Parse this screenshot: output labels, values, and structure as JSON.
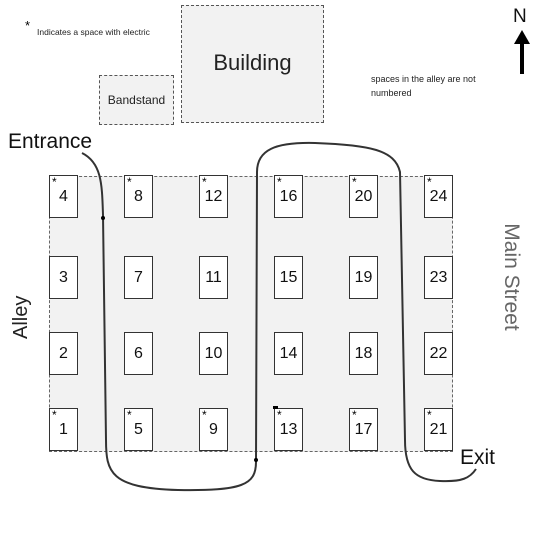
{
  "legend": {
    "star": "*",
    "text": "Indicates a space with electric"
  },
  "note": "spaces in the alley are not numbered",
  "north": {
    "label": "N"
  },
  "labels": {
    "building": "Building",
    "bandstand": "Bandstand",
    "entrance": "Entrance",
    "exit": "Exit",
    "alley": "Alley",
    "main_street": "Main Street"
  },
  "spaces": {
    "row1": [
      "4",
      "8",
      "12",
      "16",
      "20",
      "24"
    ],
    "row2": [
      "3",
      "7",
      "11",
      "15",
      "19",
      "23"
    ],
    "row3": [
      "2",
      "6",
      "10",
      "14",
      "18",
      "22"
    ],
    "row4": [
      "1",
      "5",
      "9",
      "13",
      "17",
      "21"
    ]
  },
  "electric_spaces": [
    "4",
    "8",
    "12",
    "16",
    "20",
    "24",
    "1",
    "5",
    "9",
    "13",
    "17",
    "21"
  ],
  "electric_marker": "*"
}
